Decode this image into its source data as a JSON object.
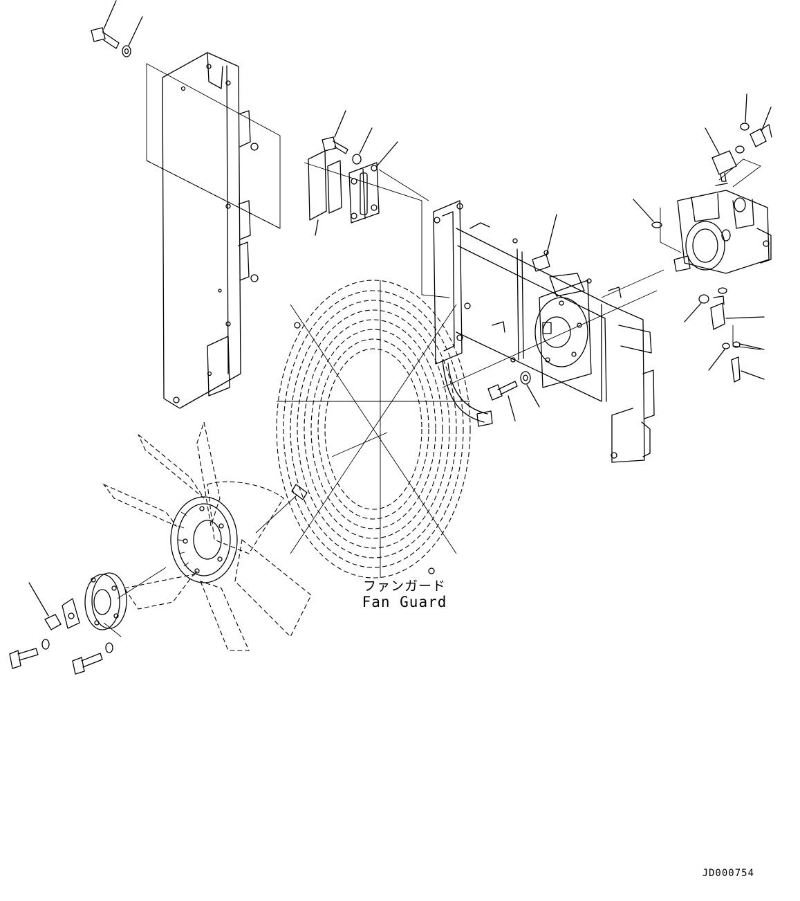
{
  "callouts": {
    "fan_guard_jp": "ファンガード",
    "fan_guard_en": "Fan Guard"
  },
  "drawing_id": "JD000754"
}
